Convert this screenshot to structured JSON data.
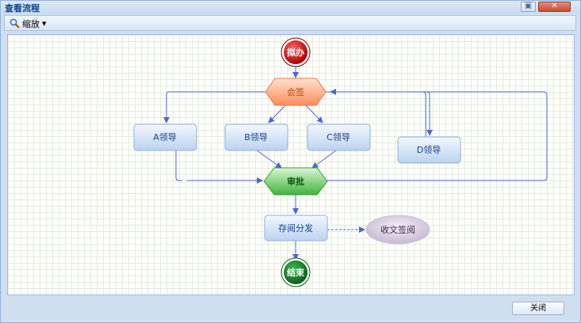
{
  "window": {
    "title": "查看流程"
  },
  "toolbar": {
    "zoom_label": "缩放"
  },
  "flow": {
    "start": "拟办",
    "countersign": "会签",
    "leader_a": "A领导",
    "leader_b": "B领导",
    "leader_c": "C领导",
    "leader_d": "D领导",
    "approve": "审批",
    "archive": "存阅分发",
    "receipt": "收文签阅",
    "end": "结束"
  },
  "footer": {
    "close_label": "关闭"
  },
  "colors": {
    "accent": "#15428b",
    "start": "#b40000",
    "end": "#0d6e1c",
    "approve": "#3fb33a",
    "countersign": "#f98c5b",
    "connector": "#5068c8"
  }
}
